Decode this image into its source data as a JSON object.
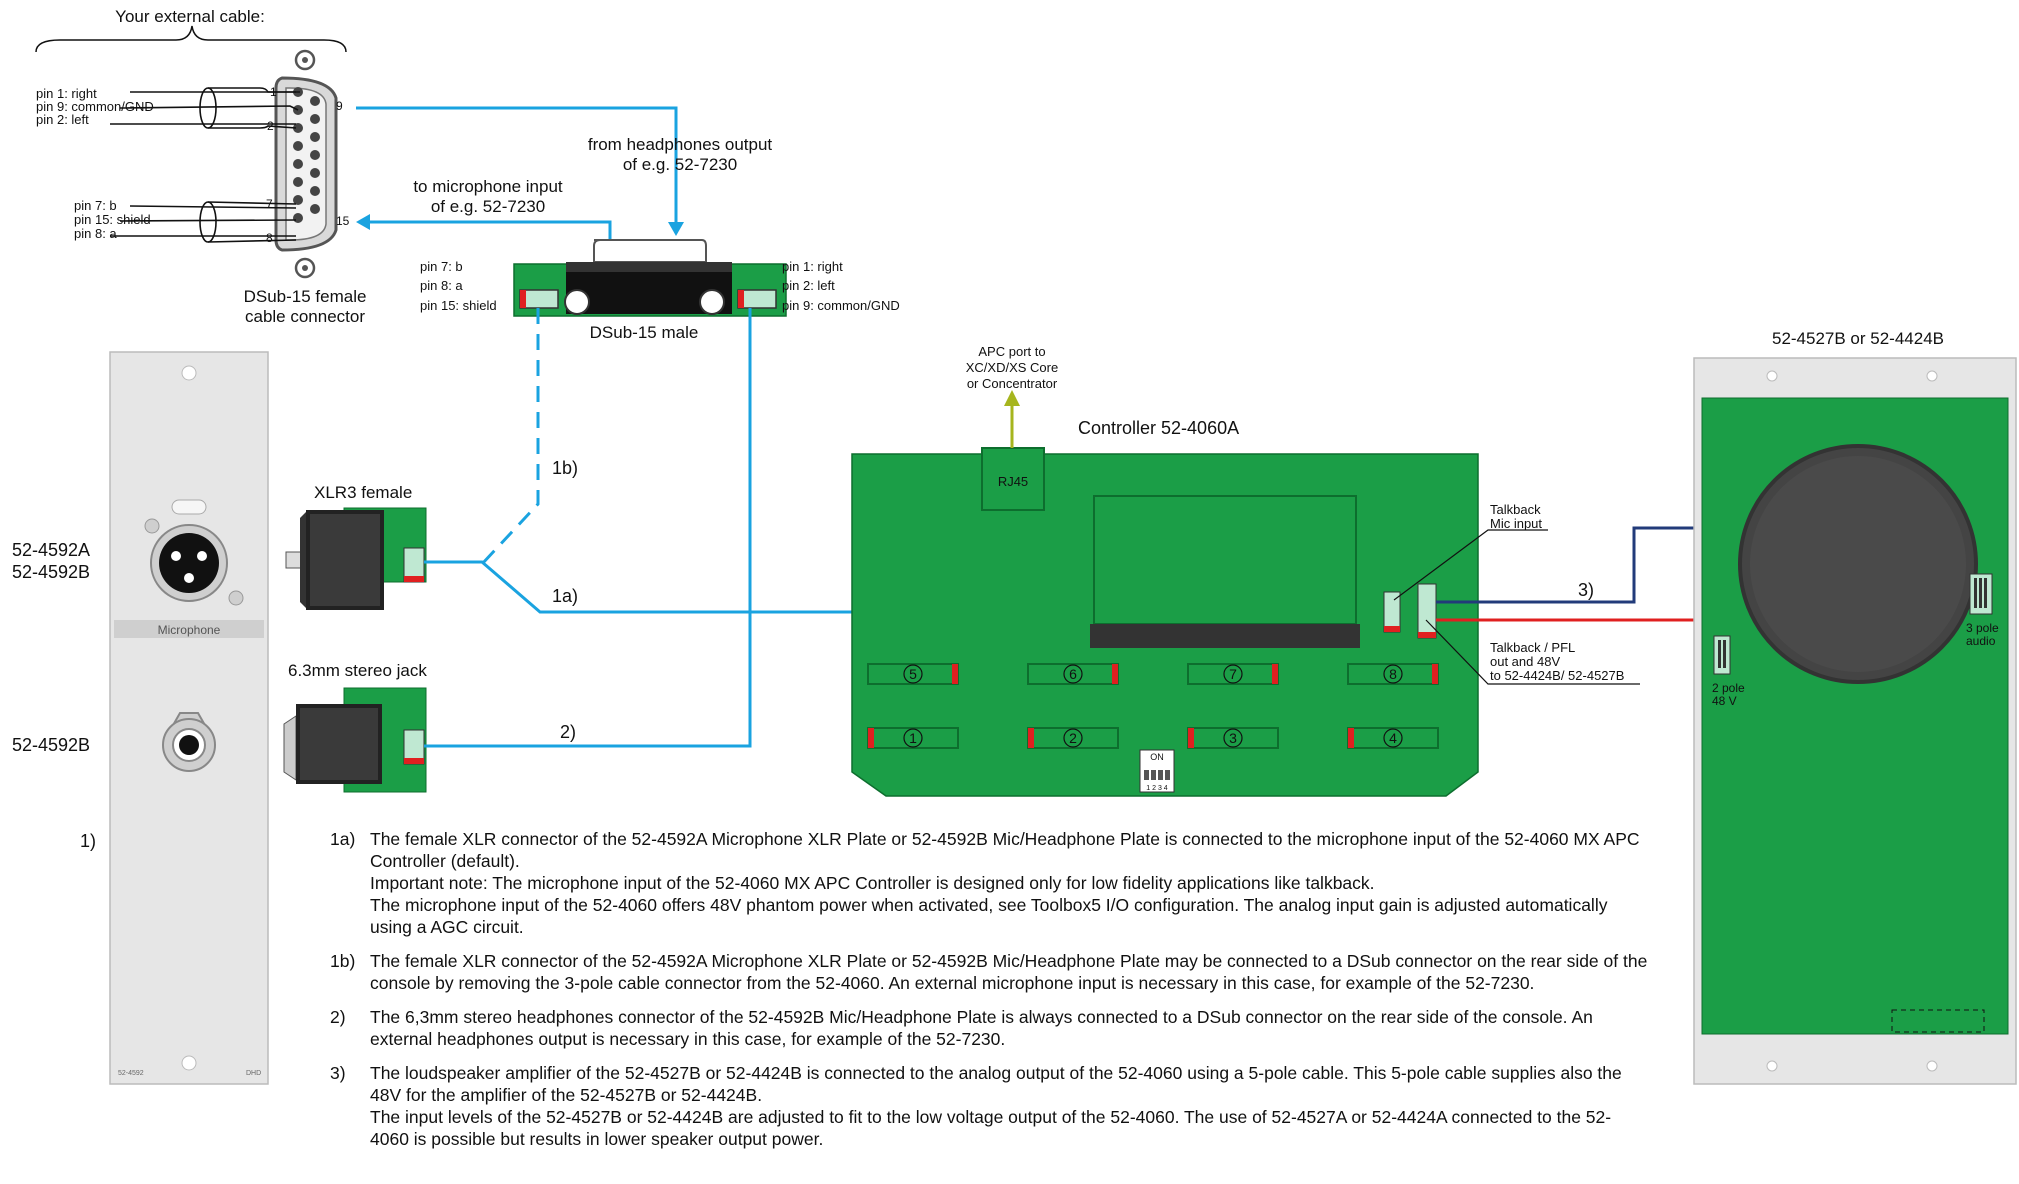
{
  "dsub_female": {
    "header": "Your external cable:",
    "pin_labels_top": [
      "pin 1: right",
      "pin 9: common/GND",
      "pin 2: left"
    ],
    "pin_labels_bottom": [
      "pin 7: b",
      "pin 15: shield",
      "pin 8: a"
    ],
    "pin_numbers": [
      "1",
      "2",
      "7",
      "8",
      "9",
      "15"
    ],
    "caption_line1": "DSub-15 female",
    "caption_line2": "cable connector"
  },
  "dsub_male": {
    "caption": "DSub-15 male",
    "left_labels": [
      "pin 7: b",
      "pin 8: a",
      "pin 15: shield"
    ],
    "right_labels": [
      "pin 1: right",
      "pin 2: left",
      "pin 9: common/GND"
    ]
  },
  "arrows": {
    "from_headphones_line1": "from headphones output",
    "from_headphones_line2": "of e.g. 52-7230",
    "to_mic_line1": "to microphone input",
    "to_mic_line2": "of e.g. 52-7230"
  },
  "panel_left": {
    "label_a": "52-4592A",
    "label_b": "52-4592B",
    "label_jack": "52-4592B",
    "label_note": "1)",
    "strip_label": "Microphone",
    "footer_left": "52-4592",
    "footer_right": "DHD"
  },
  "connectors": {
    "xlr_label": "XLR3 female",
    "jack_label": "6.3mm stereo jack",
    "line_1a": "1a)",
    "line_1b": "1b)",
    "line_2": "2)",
    "line_3": "3)"
  },
  "controller": {
    "title": "Controller 52-4060A",
    "apc_line1": "APC port to",
    "apc_line2": "XC/XD/XS Core",
    "apc_line3": "or Concentrator",
    "rj45": "RJ45",
    "talkback_mic_line1": "Talkback",
    "talkback_mic_line2": "Mic input",
    "talkback_pfl_line1": "Talkback / PFL",
    "talkback_pfl_line2": "out and 48V",
    "talkback_pfl_line3": "to 52-4424B/ 52-4527B",
    "ports_top": [
      "5",
      "6",
      "7",
      "8"
    ],
    "ports_bottom": [
      "1",
      "2",
      "3",
      "4"
    ],
    "dip_on": "ON",
    "dip_numbers": "1 2 3 4"
  },
  "speaker": {
    "title": "52-4527B or 52-4424B",
    "pole2_line1": "2 pole",
    "pole2_line2": "48 V",
    "pole3_line1": "3 pole",
    "pole3_line2": "audio"
  },
  "notes": [
    {
      "num": "1a)",
      "lines": [
        "The female XLR connector of the 52-4592A Microphone XLR Plate or 52-4592B Mic/Headphone Plate is connected to the microphone input of the 52-4060 MX APC Controller (default).",
        "Important note: The microphone input of the 52-4060 MX APC Controller is designed only for low fidelity applications like talkback.",
        "The microphone input of the 52-4060 offers 48V phantom power when activated, see Toolbox5 I/O configuration. The analog input gain is adjusted automatically using a AGC circuit."
      ]
    },
    {
      "num": "1b)",
      "lines": [
        "The female XLR connector of the 52-4592A Microphone XLR Plate or 52-4592B Mic/Headphone Plate may be connected to a DSub connector on the rear side of the console by removing the 3-pole cable connector from the 52-4060. An external microphone input is necessary in this case, for example of the 52-7230."
      ]
    },
    {
      "num": "2)",
      "lines": [
        "The 6,3mm stereo headphones connector of the 52-4592B Mic/Headphone Plate is always connected to a DSub connector on the rear side of the console. An external headphones output is necessary in this case, for example of the 52-7230."
      ]
    },
    {
      "num": "3)",
      "lines": [
        "The loudspeaker amplifier of the 52-4527B or 52-4424B is connected to the analog output of the 52-4060 using a 5-pole cable. This 5-pole cable supplies also the 48V for the amplifier of the 52-4527B or 52-4424B.",
        "The input levels of the 52-4527B or 52-4424B are adjusted to fit to the low voltage output of the 52-4060. The use of 52-4527A or 52-4424A connected to the 52-4060 is possible but results in lower speaker output power."
      ]
    }
  ],
  "colors": {
    "pcb_green": "#1b9e47",
    "pcb_dark": "#0d6e2e",
    "wire_blue": "#1aa3e0",
    "wire_red": "#e02020",
    "wire_navy": "#223b7a",
    "arrow_olive": "#a6b51e",
    "panel_grey": "#e6e6e6"
  }
}
